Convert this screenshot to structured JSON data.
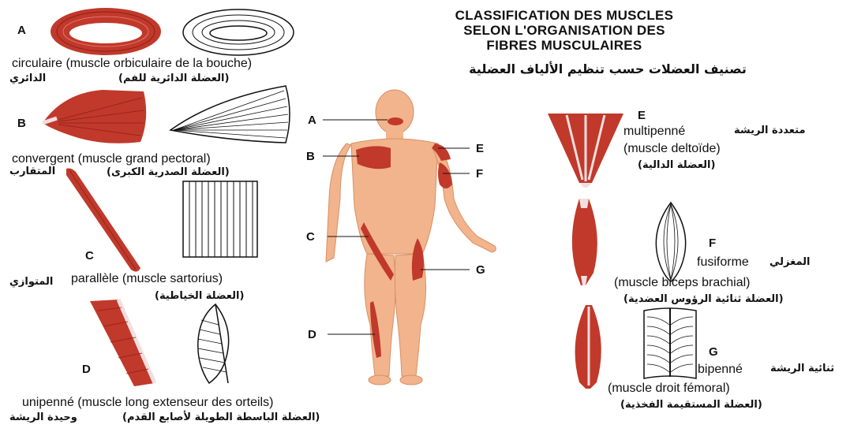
{
  "title": {
    "line1": "CLASSIFICATION DES MUSCLES",
    "line2": "SELON L'ORGANISATION DES",
    "line3": "FIBRES MUSCULAIRES",
    "arabic": "تصنيف العضلات حسب تنظيم الألياف العضلية"
  },
  "types": {
    "A": {
      "letter": "A",
      "fr": "circulaire (muscle orbiculaire de la bouche)",
      "ar_type": "الدائري",
      "ar_muscle": "(العضلة الدائرية للفم)"
    },
    "B": {
      "letter": "B",
      "fr": "convergent (muscle grand pectoral)",
      "ar_type": "المتقارب",
      "ar_muscle": "(العضلة الصدرية الكبرى)"
    },
    "C": {
      "letter": "C",
      "fr": "parallèle (muscle sartorius)",
      "ar_type": "المتوازي",
      "ar_muscle": "(العضلة الخياطية)"
    },
    "D": {
      "letter": "D",
      "fr": "unipenné (muscle long extenseur des orteils)",
      "ar_type": "وحيدة الريشة",
      "ar_muscle": "(العضلة الباسطة الطويلة لأصابع القدم)"
    },
    "E": {
      "letter": "E",
      "fr1": "multipenné",
      "fr2": "(muscle deltoïde)",
      "ar_type": "متعددة الريشة",
      "ar_muscle": "(العضلة الدالية)"
    },
    "F": {
      "letter": "F",
      "fr1": "fusiforme",
      "fr2": "(muscle biceps brachial)",
      "ar_type": "المغزلي",
      "ar_muscle": "(العضلة ثنائية الرؤوس العضدية)"
    },
    "G": {
      "letter": "G",
      "fr1": "bipenné",
      "fr2": "(muscle droit fémoral)",
      "ar_type": "ثنائية الريشة",
      "ar_muscle": "(العضلة المستقيمة الفخذية)"
    }
  },
  "body_labels": [
    "A",
    "B",
    "C",
    "D",
    "E",
    "F",
    "G"
  ],
  "colors": {
    "muscle": "#c0392b",
    "muscle_dark": "#8e1f16",
    "skin": "#f2b48c",
    "skin_dark": "#d98f66",
    "tendon": "#f3dede"
  }
}
